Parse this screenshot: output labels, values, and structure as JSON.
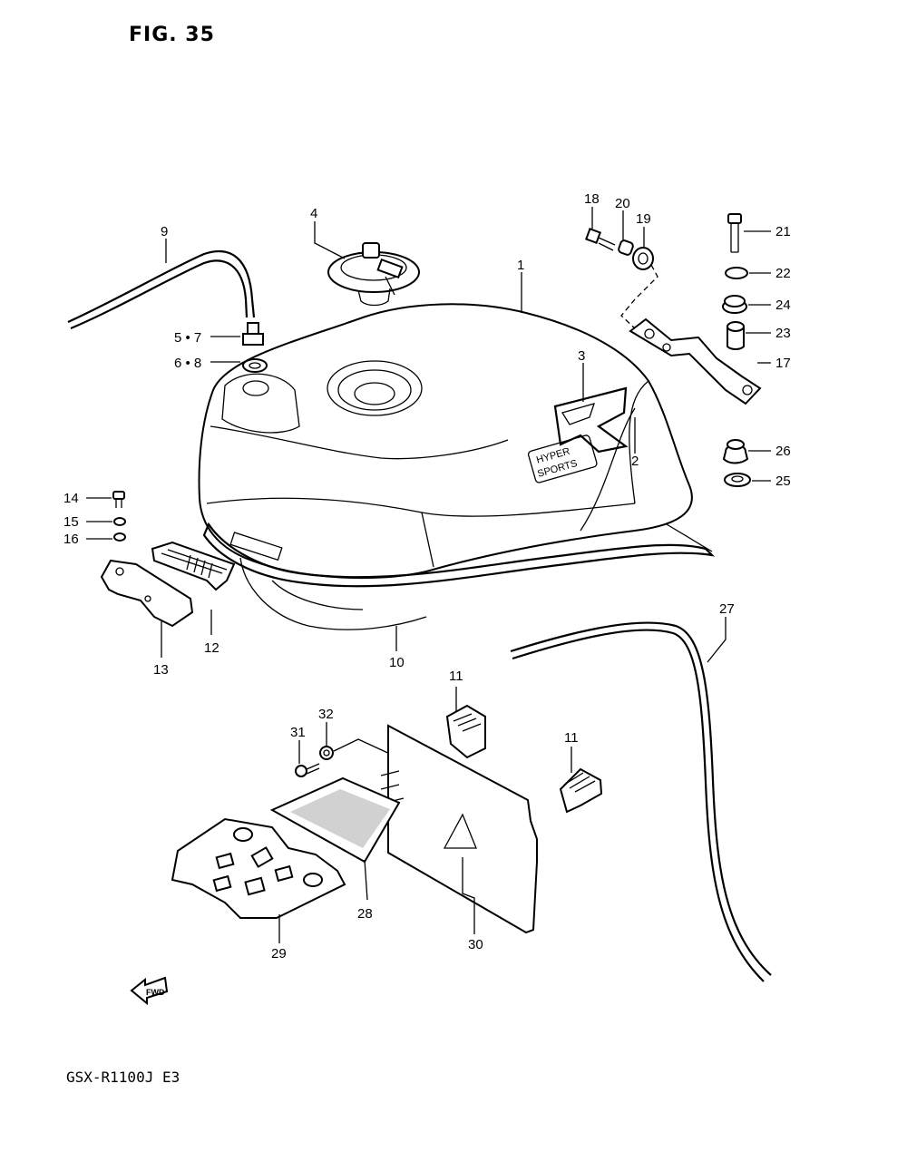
{
  "header": {
    "title": "FIG. 35"
  },
  "footer": {
    "model": "GSX-R1100J E3"
  },
  "badge": {
    "line1": "HYPER",
    "line2": "SPORTS"
  },
  "fwd": {
    "label": "FWD"
  },
  "callouts": {
    "c1": "1",
    "c2": "2",
    "c3": "3",
    "c4": "4",
    "c5_7": "5 • 7",
    "c6_8": "6 • 8",
    "c9": "9",
    "c10": "10",
    "c11a": "11",
    "c11b": "11",
    "c12": "12",
    "c13": "13",
    "c14": "14",
    "c15": "15",
    "c16": "16",
    "c17": "17",
    "c18": "18",
    "c19": "19",
    "c20": "20",
    "c21": "21",
    "c22": "22",
    "c23": "23",
    "c24": "24",
    "c25": "25",
    "c26": "26",
    "c27": "27",
    "c28": "28",
    "c29": "29",
    "c30": "30",
    "c31": "31",
    "c32": "32"
  }
}
